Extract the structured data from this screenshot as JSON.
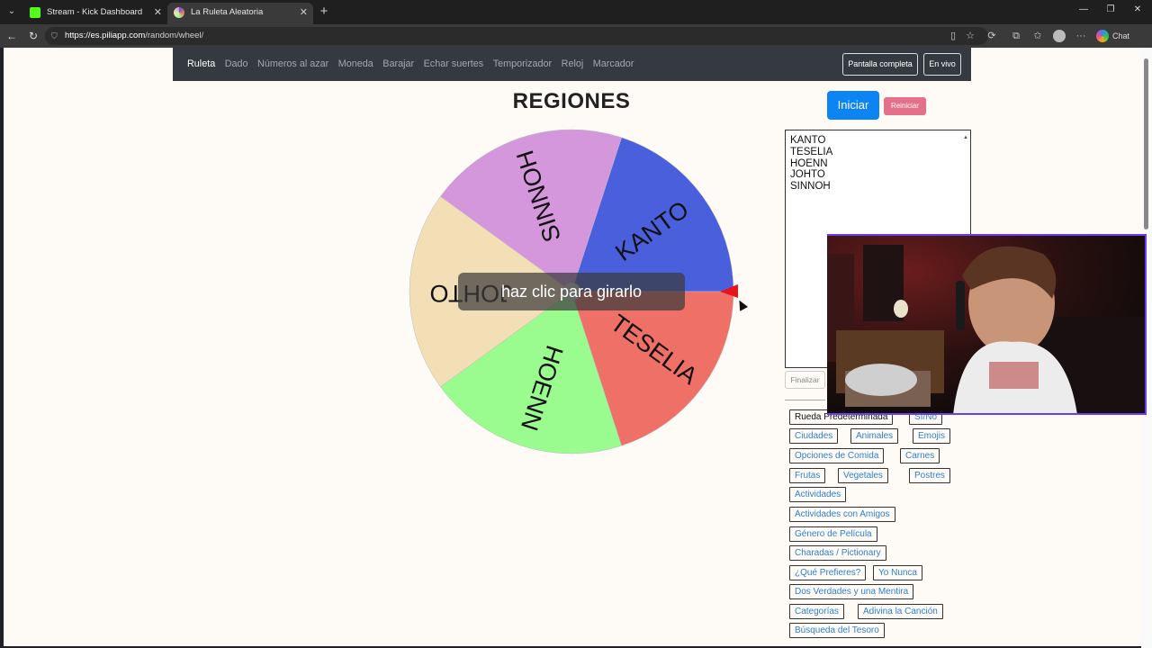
{
  "browser": {
    "tabs": [
      {
        "title": "Stream - Kick Dashboard",
        "favicon_color": "#53fc18"
      },
      {
        "title": "La Ruleta Aleatoria",
        "favicon_color": "#c8a2e8"
      }
    ],
    "url_host": "https://es.piliapp.com",
    "url_path": "/random/wheel/",
    "chat_label": "Chat"
  },
  "site_nav": {
    "links": [
      "Ruleta",
      "Dado",
      "Números al azar",
      "Moneda",
      "Barajar",
      "Echar suertes",
      "Temporizador",
      "Reloj",
      "Marcador"
    ],
    "fullscreen_label": "Pantalla completa",
    "live_label": "En vivo"
  },
  "wheel": {
    "title": "REGIONES",
    "hint": "haz clic para girarlo",
    "segments": [
      {
        "label": "KANTO",
        "color": "#4a5fdc"
      },
      {
        "label": "TESELIA",
        "color": "#ee7067"
      },
      {
        "label": "HOENN",
        "color": "#9afb8f"
      },
      {
        "label": "JOHTO",
        "color": "#f2dfb6"
      },
      {
        "label": "SINNOH",
        "color": "#d597dc"
      }
    ],
    "pointer_color": "#e8141c"
  },
  "controls": {
    "start_label": "Iniciar",
    "reset_label": "Reiniciar",
    "finish_label": "Finalizar"
  },
  "entries_text": [
    "KANTO",
    "TESELIA",
    "HOENN",
    "JOHTO",
    "SINNOH"
  ],
  "presets": [
    "Rueda Predeterminada",
    "Sí/No",
    "Ciudades",
    "Animales",
    "Emojis",
    "Opciones de Comida",
    "Carnes",
    "Frutas",
    "Vegetales",
    "Postres",
    "Actividades",
    "Actividades con Amigos",
    "Género de Película",
    "Charadas / Pictionary",
    "¿Qué Prefieres?",
    "Yo Nunca",
    "Dos Verdades y una Mentira",
    "Categorías",
    "Adivina la Canción",
    "Búsqueda del Tesoro"
  ]
}
